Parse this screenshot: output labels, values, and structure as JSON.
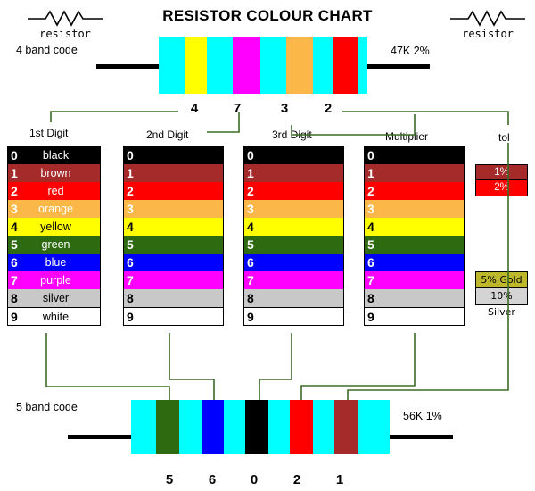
{
  "title": "RESISTOR COLOUR CHART",
  "symbols": {
    "left": {
      "icon": "resistor-symbol",
      "caption": "resistor"
    },
    "right": {
      "icon": "resistor-symbol",
      "caption": "resistor"
    }
  },
  "four_band": {
    "label": "4 band code",
    "value": "47K  2%",
    "bands": [
      {
        "color": "#00ffff",
        "name": "body"
      },
      {
        "color": "#ffff00",
        "name": "yellow",
        "digit": "4"
      },
      {
        "color": "#00ffff",
        "name": "body"
      },
      {
        "color": "#ff00ff",
        "name": "purple",
        "digit": "7"
      },
      {
        "color": "#00ffff",
        "name": "body"
      },
      {
        "color": "#fbb council",
        "name": "orange",
        "digit": "3"
      },
      {
        "color": "#00ffff",
        "name": "body"
      },
      {
        "color": "#ff0000",
        "name": "red",
        "digit": "2"
      },
      {
        "color": "#00ffff",
        "name": "body"
      }
    ],
    "digits": [
      "4",
      "7",
      "3",
      "2"
    ]
  },
  "five_band": {
    "label": "5 band code",
    "value": "56K  1%",
    "digits": [
      "5",
      "6",
      "0",
      "2",
      "1"
    ]
  },
  "callouts": {
    "first_digit": "1st Digit",
    "second_digit": "2nd Digit",
    "third_digit": "3rd Digit",
    "multiplier": "Multiplier",
    "tolerance": "tol"
  },
  "colour_codes": [
    {
      "digit": "0",
      "name": "black",
      "bg": "#000000",
      "fg": "#ffffff"
    },
    {
      "digit": "1",
      "name": "brown",
      "bg": "#a52a2a",
      "fg": "#ffffff"
    },
    {
      "digit": "2",
      "name": "red",
      "bg": "#ff0000",
      "fg": "#ffffff"
    },
    {
      "digit": "3",
      "name": "orange",
      "bg": "#fbb848",
      "fg": "#ffffff"
    },
    {
      "digit": "4",
      "name": "yellow",
      "bg": "#ffff00",
      "fg": "#000000"
    },
    {
      "digit": "5",
      "name": "green",
      "bg": "#2e6b10",
      "fg": "#ffffff"
    },
    {
      "digit": "6",
      "name": "blue",
      "bg": "#0000ff",
      "fg": "#ffffff"
    },
    {
      "digit": "7",
      "name": "purple",
      "bg": "#ff00ff",
      "fg": "#ffffff"
    },
    {
      "digit": "8",
      "name": "silver",
      "bg": "#c8c8c8",
      "fg": "#000000"
    },
    {
      "digit": "9",
      "name": "white",
      "bg": "#ffffff",
      "fg": "#000000"
    }
  ],
  "tolerances": {
    "percent": [
      {
        "label": "1%",
        "bg": "#a52a2a",
        "fg": "#ffffff"
      },
      {
        "label": "2%",
        "bg": "#ff0000",
        "fg": "#ffffff"
      }
    ],
    "metals": [
      {
        "label": "5% Gold",
        "bg": "#bdb82b",
        "fg": "#000000"
      },
      {
        "label": "10% Silver",
        "bg": "#d4d4d4",
        "fg": "#000000"
      }
    ]
  },
  "colors": {
    "resistor_body": "#00ffff",
    "lead": "#000000",
    "connector": "#3a6b22"
  }
}
